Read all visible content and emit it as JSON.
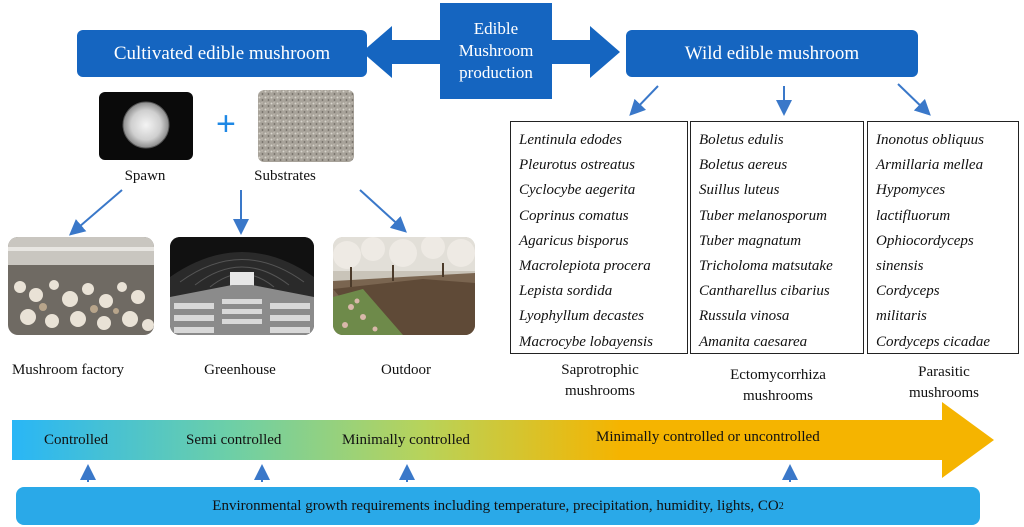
{
  "center_title": [
    "Edible",
    "Mushroom",
    "production"
  ],
  "cultivated_title": "Cultivated edible mushroom",
  "wild_title": "Wild edible mushroom",
  "plus_sign": "+",
  "inputs": {
    "spawn": "Spawn",
    "substrates": "Substrates"
  },
  "cultivation_sites": [
    "Mushroom factory",
    "Greenhouse",
    "Outdoor"
  ],
  "wild_groups": [
    {
      "species": [
        "Lentinula edodes",
        "Pleurotus ostreatus",
        "Cyclocybe aegerita",
        "Coprinus comatus",
        "Agaricus bisporus",
        "Macrolepiota procera",
        "Lepista sordida",
        "Lyophyllum decastes",
        "Macrocybe lobayensis"
      ],
      "caption": [
        "Saprotrophic",
        "mushrooms"
      ]
    },
    {
      "species": [
        "Boletus edulis",
        "Boletus aereus",
        "Suillus luteus",
        "Tuber melanosporum",
        "Tuber magnatum",
        "Tricholoma matsutake",
        "Cantharellus cibarius",
        "Russula vinosa",
        "Amanita caesarea"
      ],
      "caption": [
        "Ectomycorrhiza",
        "mushrooms"
      ]
    },
    {
      "species": [
        "Inonotus obliquus",
        "Armillaria mellea",
        "Hypomyces",
        "lactifluorum",
        "Ophiocordyceps",
        "sinensis",
        "Cordyceps",
        "militaris",
        "Cordyceps cicadae"
      ],
      "caption": [
        "Parasitic",
        "mushrooms"
      ]
    }
  ],
  "gradient_labels": [
    "Controlled",
    "Semi controlled",
    "Minimally controlled",
    "Minimally controlled or uncontrolled"
  ],
  "environment_text": "Environmental growth requirements including temperature, precipitation, humidity, lights, CO",
  "environment_subscript": "2",
  "colors": {
    "blue": "#1565c0",
    "light_blue": "#2aa9e8",
    "arrow_blue": "#3a78c9",
    "gradient": [
      "#29b6f6",
      "#6ccfa8",
      "#b8d35a",
      "#f5b400"
    ]
  }
}
